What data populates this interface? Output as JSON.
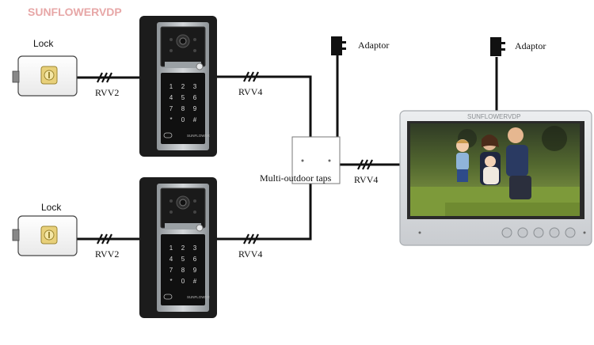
{
  "watermark": "SUNFLOWERVDP",
  "monitor_brand": "SUNFLOWERVDP",
  "locks": [
    {
      "label": "Lock",
      "cable": "RVV2"
    },
    {
      "label": "Lock",
      "cable": "RVV2"
    }
  ],
  "door_cables": [
    "RVV4",
    "RVV4"
  ],
  "adaptors": [
    {
      "label": "Adaptor"
    },
    {
      "label": "Adaptor"
    }
  ],
  "taps": {
    "label": "Multi-outdoor taps"
  },
  "monitor_cable": "RVV4",
  "keypad": {
    "keys": [
      "1",
      "2",
      "3",
      "4",
      "5",
      "6",
      "7",
      "8",
      "9",
      "*",
      "0",
      "#"
    ],
    "brand": "SUNFLOWER"
  },
  "colors": {
    "wire": "#111111",
    "watermark": "#e7a7a7",
    "panel_frame": "#1c1c1c",
    "panel_face": "#b8bcc0",
    "monitor_frame": "#d7d9db"
  }
}
